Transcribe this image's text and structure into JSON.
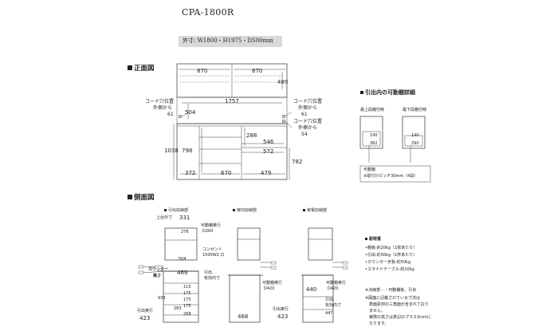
{
  "title": "CPA-1800R",
  "size_label": "外寸: W1800・H1975・D500mm",
  "front_section": "正面図",
  "side_section": "側面図",
  "detail_section": "引出内の可動棚詳細",
  "detail_top_label": "最上段棚付時",
  "detail_bottom_label": "最下段棚付時",
  "detail_note_1": "可動棚",
  "detail_note_2": "※取付けピッチ30mm（4段）",
  "cord_label_1": "コード穴位置",
  "cord_label_2": "外側から",
  "front_dims": {
    "top_left": "870",
    "top_right": "870",
    "h_489": "489",
    "w_1757": "1757",
    "h_504": "504",
    "cord_61a": "61",
    "cord_61b": "61",
    "cord_54": "54",
    "h_1038": "1038",
    "h_798": "798",
    "h_288": "288",
    "w_546": "546",
    "w_572": "572",
    "h_782": "782",
    "w_372": "372",
    "w_670": "670",
    "w_479": "479"
  },
  "detail_dims": {
    "d140": "140",
    "d382": "382",
    "d140b": "140",
    "d290": "290"
  },
  "side_sub": {
    "drawer": "引出収納部",
    "shelf": "扉内収納部",
    "appliance": "家電収納部"
  },
  "side_labels": {
    "top_out": "上台外寸",
    "w331": "331",
    "h278": "278",
    "shelf_d": "可動棚奥行",
    "shelf_d_val": "D260",
    "outlet": "コンセント",
    "outlet_val": "1500W2 口",
    "counter": "カウンター",
    "counter2": "高さ",
    "w469": "469",
    "pull": "引出",
    "pull2": "有効内寸",
    "h938": "938",
    "w423": "423",
    "out_d": "引出奥行",
    "h504": "504",
    "h283": "283",
    "v115": "115",
    "v175": "175",
    "v175b": "175",
    "v175c": "175",
    "v268": "268",
    "shelf_d2": "可動棚奥行",
    "shelf_d2_val": "D420",
    "w468": "468",
    "w440": "440",
    "shelf_d3": "可動棚奥行",
    "shelf_d3_val": "D420",
    "w423b": "423",
    "out_d2": "引出奥行",
    "pull3": "引出",
    "pull4": "有効内寸",
    "v447": "447"
  },
  "load_title": "耐荷重",
  "load_items": [
    "•棚板:約20kg（1枚あたり）",
    "•引出:約30kg（1杯あたり）",
    "•カウンター天板:約50kg",
    "•スライドテーブル:約10kg"
  ],
  "legend_note": "※点線部・・可動棚板、引出",
  "note_lines": [
    "※図面に記載されている寸法は",
    "　表面素材の三角面が含まれており",
    "　ません。",
    "　実際の高さは表記のプラス3mmに",
    "　なります。"
  ]
}
